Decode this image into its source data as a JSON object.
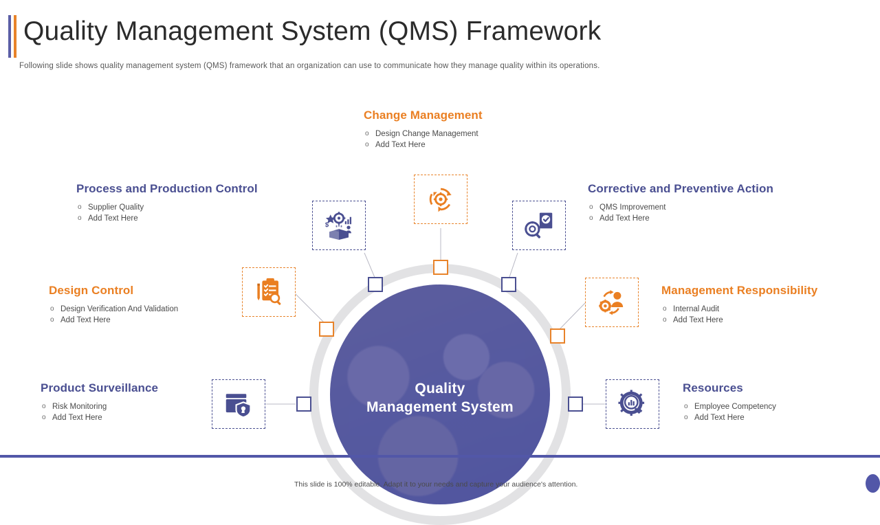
{
  "header": {
    "title": "Quality Management System (QMS) Framework",
    "subtitle": "Following slide shows quality management system (QMS) framework that an organization can use to communicate how they manage quality within its operations.",
    "accent_purple": "#5b5ea6",
    "accent_orange": "#e8832a"
  },
  "hub": {
    "label_line1": "Quality",
    "label_line2": "Management System",
    "core_color": "#5257a8",
    "ring_color": "#e2e2e4"
  },
  "blocks": [
    {
      "id": "change-management",
      "title": "Change Management",
      "color": "#ea7f22",
      "accent": "orange",
      "icon": "refresh-gear-icon",
      "bullets": [
        "Design Change Management",
        "Add Text Here"
      ]
    },
    {
      "id": "process-and-production-control",
      "title": "Process and Production Control",
      "color": "#4a4f91",
      "accent": "blue",
      "icon": "product-box-analytics-icon",
      "bullets": [
        "Supplier Quality",
        "Add Text Here"
      ]
    },
    {
      "id": "corrective-and-preventive-action",
      "title": "Corrective and Preventive Action",
      "color": "#4a4f91",
      "accent": "blue",
      "icon": "magnifier-gear-checklist-icon",
      "bullets": [
        "QMS Improvement",
        "Add Text Here"
      ]
    },
    {
      "id": "design-control",
      "title": "Design Control",
      "color": "#ea7f22",
      "accent": "orange",
      "icon": "clipboard-checklist-magnifier-icon",
      "bullets": [
        "Design Verification And Validation",
        "Add Text Here"
      ]
    },
    {
      "id": "management-responsibility",
      "title": "Management Responsibility",
      "color": "#ea7f22",
      "accent": "orange",
      "icon": "gear-person-cycle-icon",
      "bullets": [
        "Internal Audit",
        "Add Text Here"
      ]
    },
    {
      "id": "product-surveillance",
      "title": "Product Surveillance",
      "color": "#4a4f91",
      "accent": "blue",
      "icon": "database-shield-lock-icon",
      "bullets": [
        "Risk Monitoring",
        "Add Text Here"
      ]
    },
    {
      "id": "resources",
      "title": "Resources",
      "color": "#4a4f91",
      "accent": "blue",
      "icon": "gear-magnifier-chart-icon",
      "bullets": [
        "Employee Competency",
        "Add Text Here"
      ]
    }
  ],
  "footer": {
    "note": "This slide is 100% editable. Adapt it to your needs and capture your audience's attention."
  }
}
